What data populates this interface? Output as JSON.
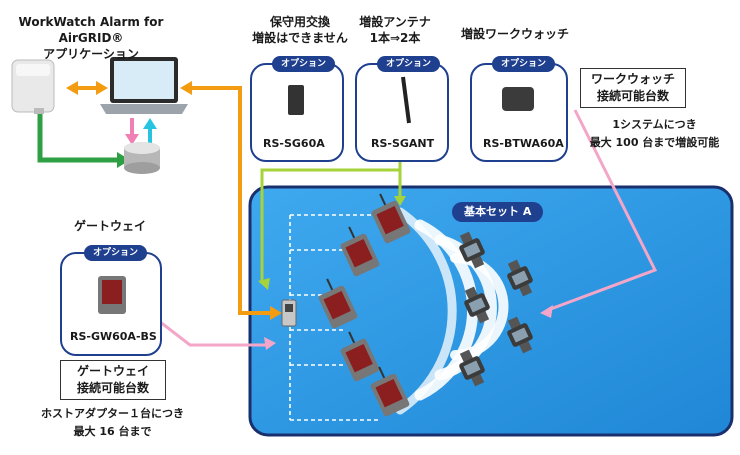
{
  "app_title_line1": "WorkWatch Alarm for AirGRID®",
  "app_title_line2": "アプリケーション",
  "opt1": {
    "title_line1": "保守用交換",
    "title_line2": "増設はできません",
    "badge": "オプション",
    "model": "RS-SG60A"
  },
  "opt2": {
    "title_line1": "増設アンテナ",
    "title_line2": "1本⇒2本",
    "badge": "オプション",
    "model": "RS-SGANT"
  },
  "opt3": {
    "title_line1": "増設ワークウォッチ",
    "badge": "オプション",
    "model": "RS-BTWA60A"
  },
  "watch_limit": {
    "label_line1": "ワークウォッチ",
    "label_line2": "接続可能台数",
    "note_line1": "1システムにつき",
    "note_line2": "最大 100 台まで増設可能"
  },
  "gateway": {
    "title": "ゲートウェイ",
    "badge": "オプション",
    "model": "RS-GW60A-BS"
  },
  "gateway_limit": {
    "label_line1": "ゲートウェイ",
    "label_line2": "接続可能台数",
    "note_line1": "ホストアダプター１台につき",
    "note_line2": "最大 16 台まで"
  },
  "basic_set_label": "基本セット A",
  "colors": {
    "navy": "#1f3f8f",
    "orange": "#f39c12",
    "green": "#2ea043",
    "lime": "#a6d33a",
    "pink": "#f4a6c8",
    "cyan": "#27c4e0",
    "panel": "#2d9ee6"
  }
}
